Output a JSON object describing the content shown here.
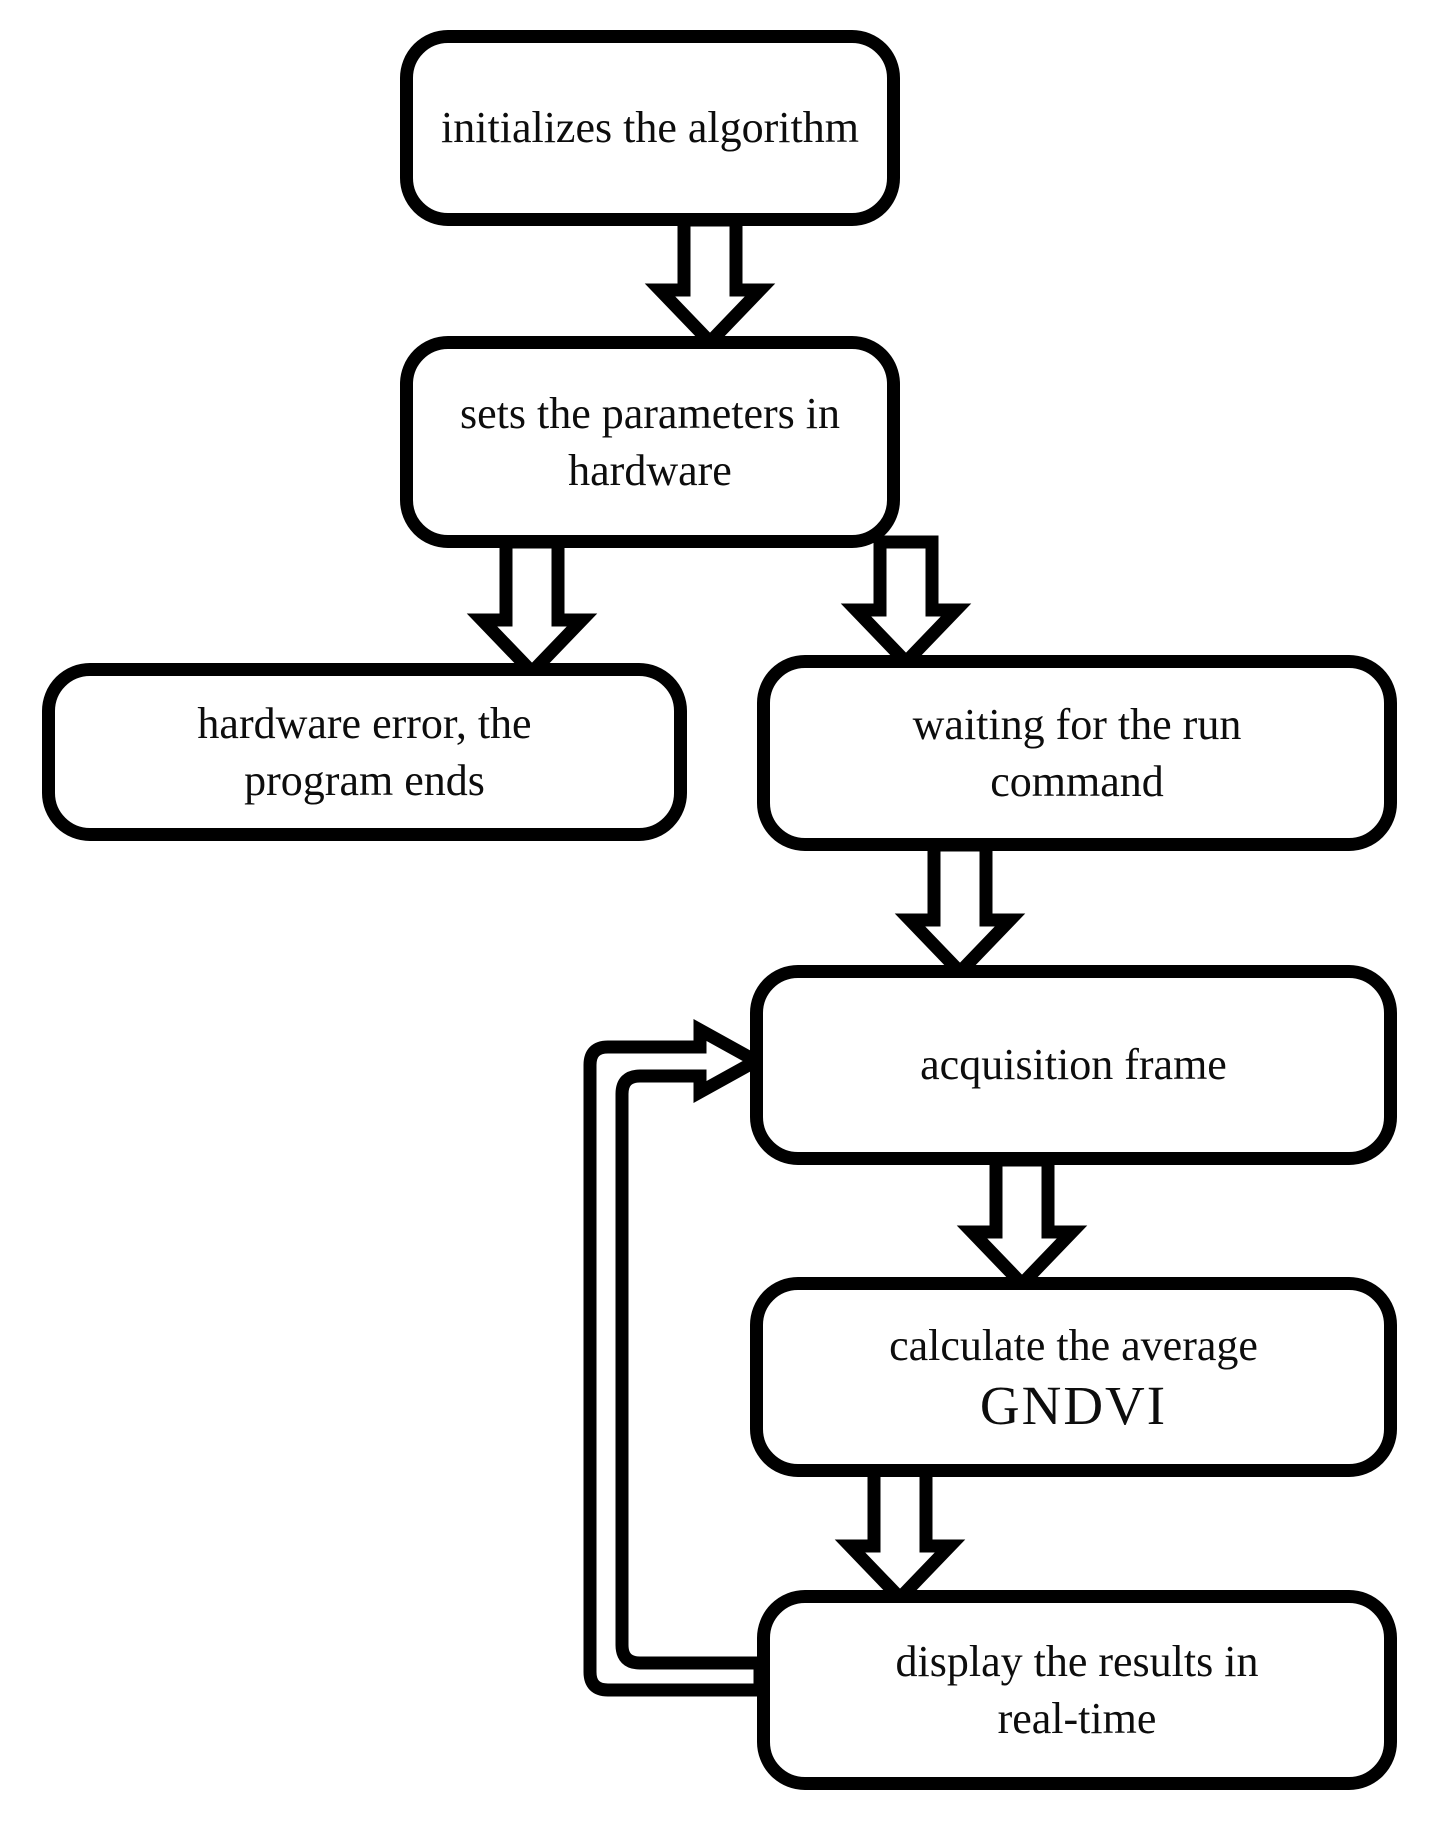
{
  "diagram": {
    "type": "flowchart",
    "colors": {
      "line": "#000000",
      "node_fill": "#ffffff",
      "text": "#0d0d0d",
      "background": "#ffffff"
    },
    "nodes": {
      "initialize": {
        "line1": "initializes the algorithm"
      },
      "set_params": {
        "line1": "sets the parameters in",
        "line2": "hardware"
      },
      "hardware_error": {
        "line1": "hardware error, the",
        "line2": "program ends"
      },
      "waiting_run": {
        "line1": "waiting for the run",
        "line2": "command"
      },
      "acquisition": {
        "line1": "acquisition frame"
      },
      "calculate": {
        "line1": "calculate the average",
        "line2": "GNDVI"
      },
      "display": {
        "line1": "display the results in",
        "line2": "real-time"
      }
    },
    "edges": [
      {
        "from": "initialize",
        "to": "set_params",
        "style": "hollow-block-arrow"
      },
      {
        "from": "set_params",
        "to": "hardware_error",
        "style": "hollow-block-arrow"
      },
      {
        "from": "set_params",
        "to": "waiting_run",
        "style": "hollow-block-arrow"
      },
      {
        "from": "waiting_run",
        "to": "acquisition",
        "style": "hollow-block-arrow"
      },
      {
        "from": "acquisition",
        "to": "calculate",
        "style": "hollow-block-arrow"
      },
      {
        "from": "calculate",
        "to": "display",
        "style": "hollow-block-arrow"
      },
      {
        "from": "display",
        "to": "acquisition",
        "style": "hollow-block-arrow",
        "type": "loop-back"
      }
    ]
  }
}
